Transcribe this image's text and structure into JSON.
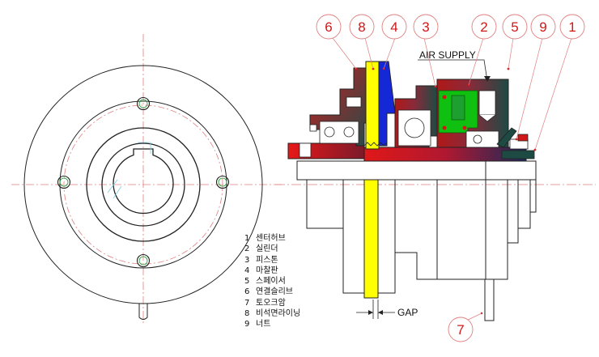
{
  "callouts": [
    "6",
    "8",
    "4",
    "3",
    "2",
    "5",
    "9",
    "1",
    "7"
  ],
  "air_supply_label": "AIR  SUPPLY",
  "gap_label": "GAP",
  "parts": [
    {
      "num": "1",
      "name": "센터허브"
    },
    {
      "num": "2",
      "name": "실린더"
    },
    {
      "num": "3",
      "name": "피스톤"
    },
    {
      "num": "4",
      "name": "마찰판"
    },
    {
      "num": "5",
      "name": "스페이서"
    },
    {
      "num": "6",
      "name": "연결슬리브"
    },
    {
      "num": "7",
      "name": "토오크암"
    },
    {
      "num": "8",
      "name": "비석면라이닝"
    },
    {
      "num": "9",
      "name": "너트"
    }
  ],
  "colors": {
    "callout": "#d01818",
    "lining": "#ffff00",
    "friction_plate": "#1428d8",
    "hub_red": "#d81818",
    "cylinder_green": "#10c010",
    "dark_teal": "#1e4a44"
  }
}
